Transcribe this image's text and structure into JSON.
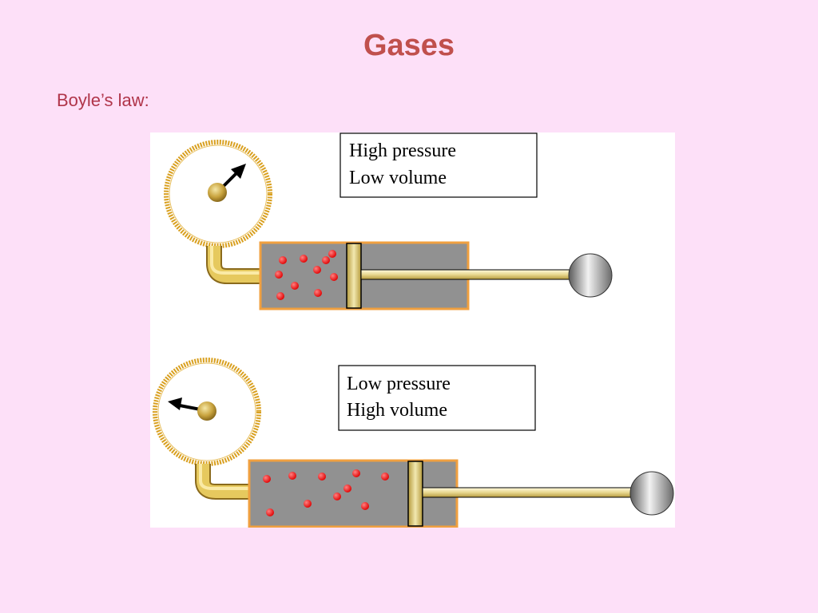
{
  "slide": {
    "title": "Gases",
    "subtitle": "Boyle’s law:"
  },
  "colors": {
    "background": "#fde0f8",
    "title": "#c0504d",
    "subtitle": "#b0354a",
    "cylinder_fill": "#919191",
    "cylinder_border": "#f0a040",
    "gauge_ring": "#d9a020",
    "piston": "#e6d47a",
    "pipe": "#e3c45a",
    "molecule": "#ff1a1a",
    "knob": "#9a9a9a"
  },
  "diagram": {
    "top": {
      "label_line1": "High pressure",
      "label_line2": "Low volume",
      "needle_direction": "up-right",
      "molecule_count": 10
    },
    "bottom": {
      "label_line1": "Low pressure",
      "label_line2": "High volume",
      "needle_direction": "left",
      "molecule_count": 10
    }
  }
}
